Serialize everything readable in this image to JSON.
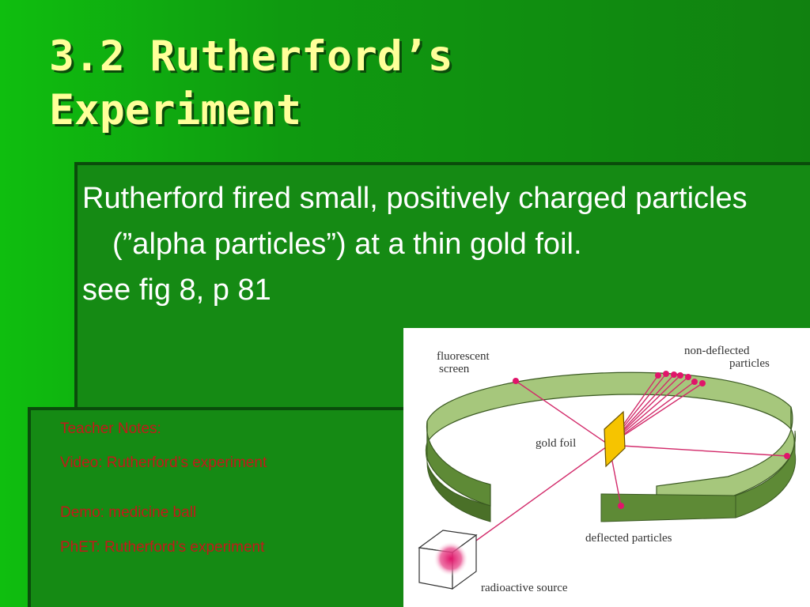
{
  "slide": {
    "title_line1": "3.2 Rutherford’s",
    "title_line2": "Experiment",
    "body_line1": "Rutherford fired small, positively charged particles (”alpha particles”) at a thin gold foil.",
    "body_line2": "see fig 8, p 81"
  },
  "notes": {
    "heading": "Teacher Notes:",
    "item1": "Video: Rutherford’s experiment",
    "item2": "Demo:  medicine ball",
    "item3": "PhET: Rutherford’s experiment"
  },
  "figure": {
    "label_screen_line1": "fluorescent",
    "label_screen_line2": "screen",
    "label_nondeflected_line1": "non-deflected",
    "label_nondeflected_line2": "particles",
    "label_gold_foil": "gold foil",
    "label_deflected": "deflected particles",
    "label_source": "radioactive source"
  },
  "colors": {
    "title": "#ffff99",
    "notes_text": "#c21a1a",
    "screen_green": "#a6c77c",
    "screen_dark": "#5e8a36",
    "beam": "#d22a6a",
    "foil": "#f6c400"
  }
}
